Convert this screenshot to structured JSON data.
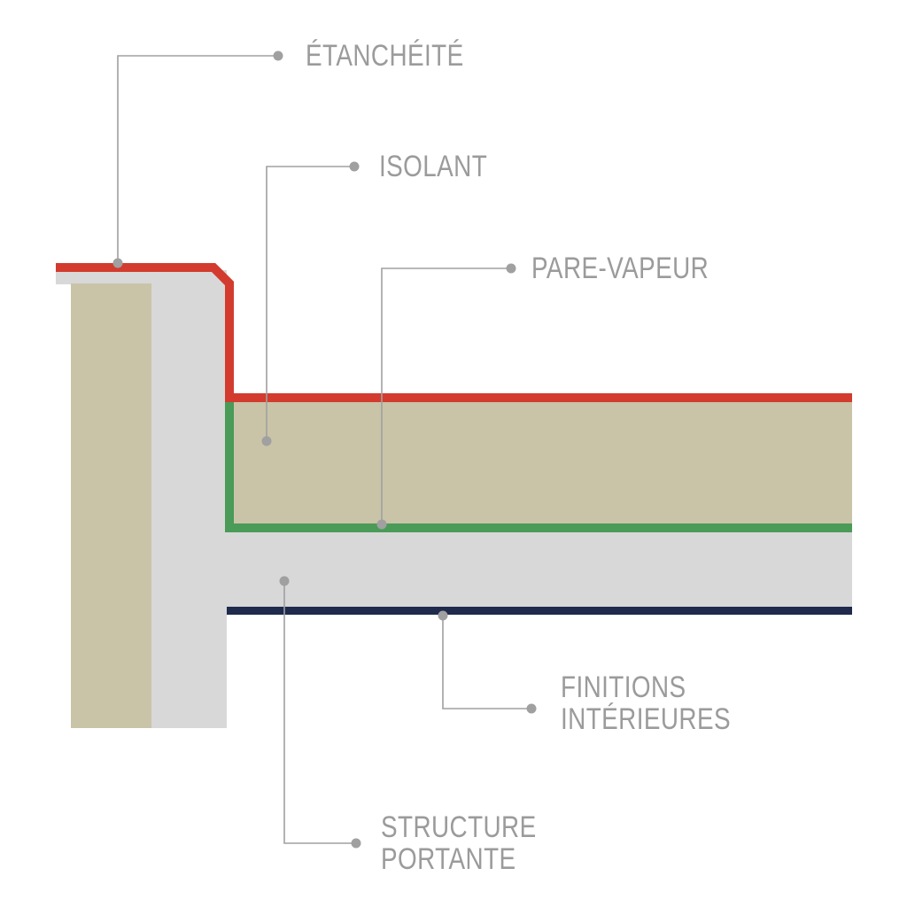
{
  "labels": {
    "etancheite": "ÉTANCHÉITÉ",
    "isolant": "ISOLANT",
    "pare_vapeur": "PARE-VAPEUR",
    "finitions": [
      "FINITIONS",
      "INTÉRIEURES"
    ],
    "structure": [
      "STRUCTURE",
      "PORTANTE"
    ]
  },
  "colors": {
    "etancheite": "#d33b2f",
    "pare_vapeur": "#4a9a58",
    "finitions": "#1f2a4d",
    "isolant": "#c9c4a7",
    "structure": "#d8d8d8",
    "leader": "#a0a0a0",
    "text": "#9b9b9b"
  }
}
